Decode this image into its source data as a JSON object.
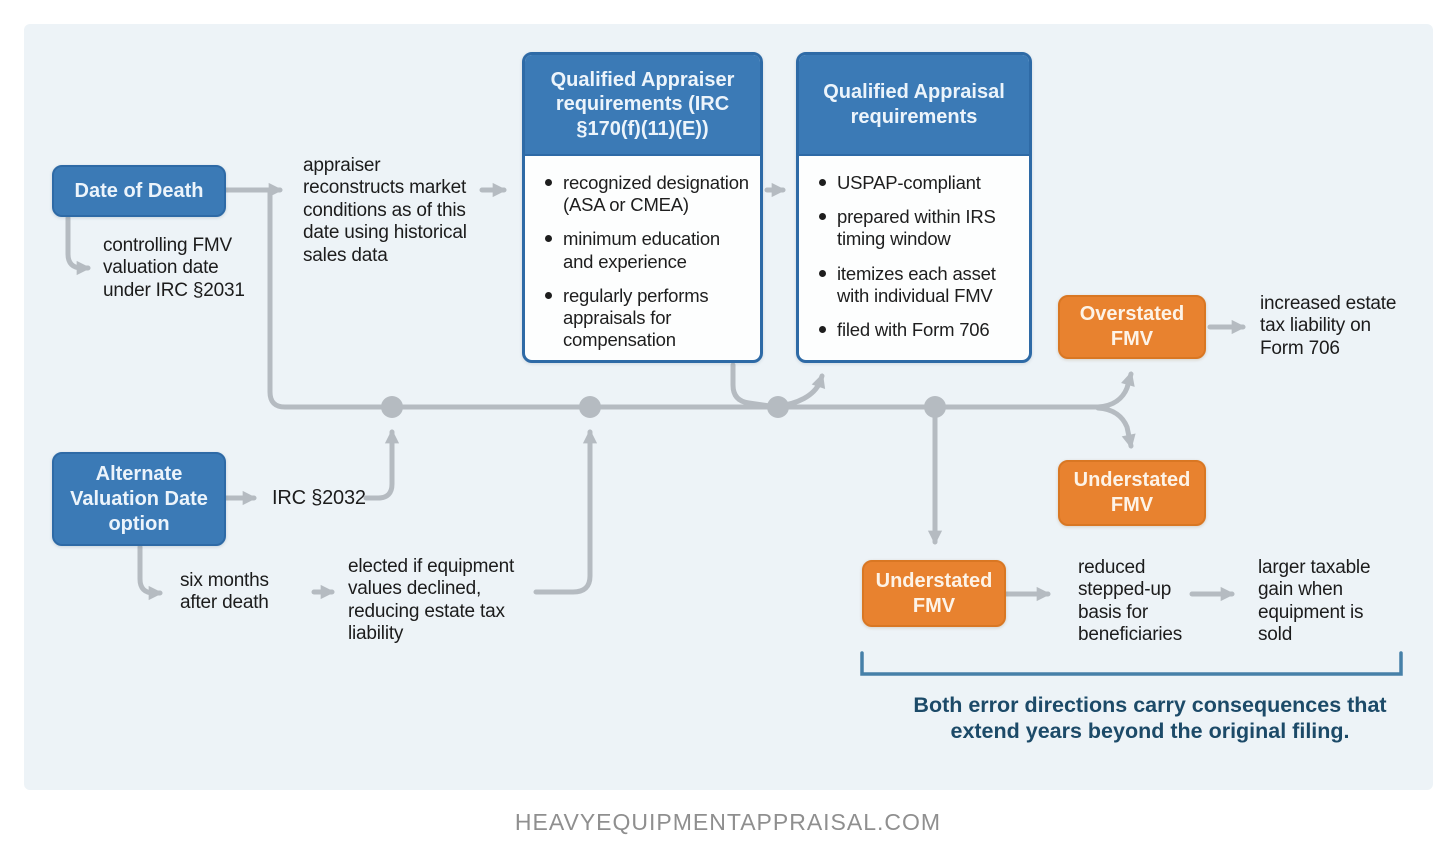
{
  "colors": {
    "panel_bg": "#edf3f7",
    "outer_bg": "#ffffff",
    "blue_box": "#3b7ab6",
    "blue_border": "#2e6aa6",
    "orange_box": "#e8822f",
    "orange_border": "#d97723",
    "connector_gray": "#b5bbc1",
    "caption_blue": "#1c4a68",
    "bracket_blue": "#4680a8",
    "footer_gray": "#8f8f8f"
  },
  "boxes": {
    "date_of_death": {
      "label": "Date of Death"
    },
    "alternate": {
      "label": "Alternate Valuation Date option"
    },
    "appraiser": {
      "title": "Qualified Appraiser requirements (IRC §170(f)(11)(E))",
      "bullets": [
        "recognized designation (ASA or CMEA)",
        "minimum education and experience",
        "regularly performs appraisals for compensation"
      ]
    },
    "appraisal": {
      "title": "Qualified Appraisal requirements",
      "bullets": [
        "USPAP-compliant",
        "prepared within IRS timing window",
        "itemizes each asset with individual FMV",
        "filed with Form 706"
      ]
    },
    "overstated": {
      "label": "Overstated FMV"
    },
    "understated_right": {
      "label": "Understated FMV"
    },
    "understated_bottom": {
      "label": "Understated FMV"
    }
  },
  "notes": {
    "controlling_fmv": "controlling FMV valuation date under IRC §2031",
    "reconstructs": "appraiser reconstructs market conditions as of this date using historical sales data",
    "irc_2032": "IRC §2032",
    "six_months": "six months after death",
    "elected": "elected if equipment values declined, reducing estate tax liability",
    "increased_estate": "increased estate tax liability on Form 706",
    "reduced_basis": "reduced stepped-up basis for beneficiaries",
    "larger_gain": "larger taxable gain when equipment is sold"
  },
  "caption": "Both error directions carry consequences that extend years beyond the original filing.",
  "footer": "HEAVYEQUIPMENTAPPRAISAL.COM"
}
